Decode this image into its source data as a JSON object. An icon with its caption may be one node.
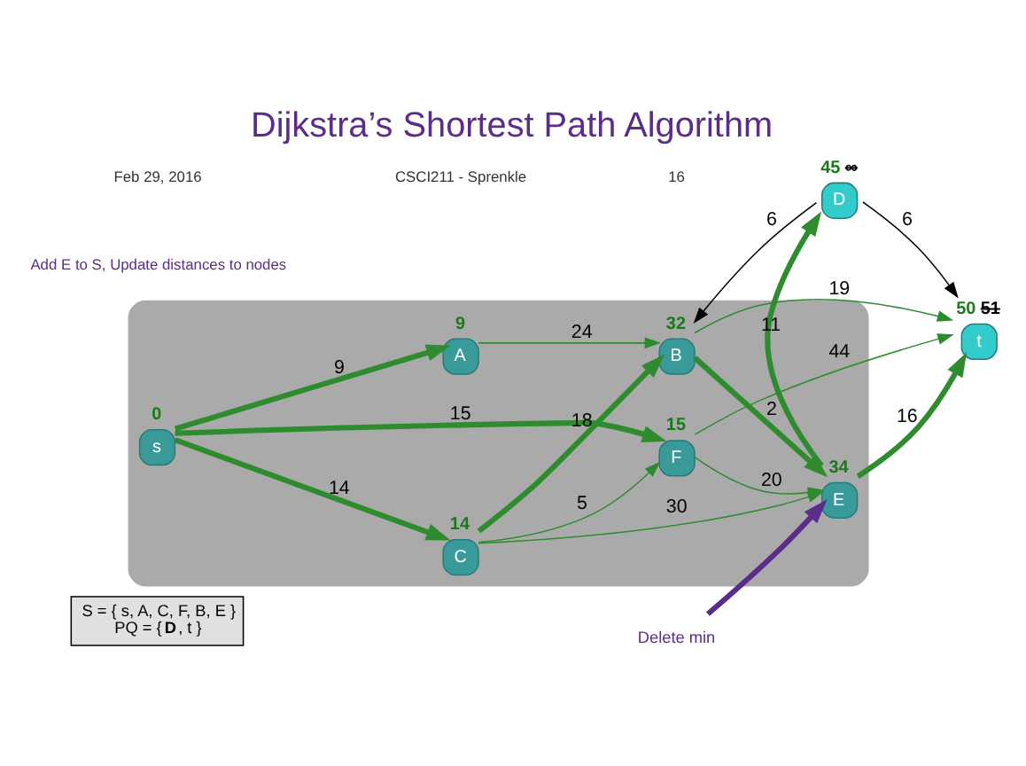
{
  "diagram": {
    "title": "Dijkstra’s Shortest Path Algorithm",
    "nodes": [
      {
        "text": [
          "S = { s, A, C, F, B, E }",
          "PQ = { **D**, t }"
        ]
      },
      {
        "text": [],
        "shape": "cloud"
      },
      {
        "text": [
          "s"
        ],
        "in": 1,
        "beside": [
          "0"
        ]
      },
      {
        "text": [
          "A"
        ],
        "in": 1,
        "beside": [
          "9"
        ]
      },
      {
        "text": [
          "B"
        ],
        "in": 1,
        "beside": [
          "32"
        ]
      },
      {
        "text": [
          "C"
        ],
        "in": 1,
        "beside": [
          "14"
        ]
      },
      {
        "text": [
          "E"
        ],
        "in": 1,
        "beside": [
          "34"
        ]
      },
      {
        "text": [
          "D"
        ],
        "beside": [
          "45",
          "∞"
        ]
      },
      {
        "text": [
          "F"
        ],
        "in": 1,
        "beside": [
          "15"
        ]
      },
      {
        "text": [
          "t"
        ],
        "beside": [
          "50",
          "51"
        ]
      },
      {
        "text": [
          "Delete min"
        ]
      }
    ],
    "edges": [
      {
        "from": 2,
        "to": 3,
        "arrow": "to",
        "label": "9",
        "style": "thick"
      },
      {
        "from": 2,
        "to": 5,
        "arrow": "to",
        "label": "14",
        "style": "thick"
      },
      {
        "from": 2,
        "to": 8,
        "arrow": "to",
        "label": "15",
        "style": "thick"
      },
      {
        "from": 3,
        "to": 4,
        "arrow": "to",
        "label": "24"
      },
      {
        "from": 5,
        "to": 4,
        "arrow": "to",
        "label": "18",
        "style": "thick"
      },
      {
        "from": 5,
        "to": 6,
        "arrow": "to",
        "label": "30"
      },
      {
        "from": 5,
        "to": 8,
        "arrow": "to",
        "label": "5"
      },
      {
        "from": 4,
        "to": 6,
        "arrow": "to",
        "label": "2",
        "style": "thick"
      },
      {
        "from": 8,
        "to": 6,
        "arrow": "to",
        "label": "20"
      },
      {
        "from": 6,
        "to": 7,
        "arrow": "to",
        "label": "11",
        "style": "thick"
      },
      {
        "from": 7,
        "to": 4,
        "arrow": "to",
        "label": "6",
        "color": "#000000"
      },
      {
        "from": 4,
        "to": 9,
        "arrow": "to",
        "label": "19"
      },
      {
        "from": 7,
        "to": 9,
        "arrow": "to",
        "label": "6",
        "color": "#000000"
      },
      {
        "from": 6,
        "to": 9,
        "arrow": "to",
        "label": "16",
        "style": "thick"
      },
      {
        "from": 8,
        "to": 9,
        "arrow": "to",
        "label": "44"
      },
      {
        "from": 10,
        "to": 6,
        "arrow": "to",
        "style": "thick",
        "color": "#5b2c8a"
      }
    ],
    "labels": [
      "Add E to S, Update distances to nodes",
      "Feb 29, 2016",
      "CSCI211 - Sprenkle",
      "16"
    ]
  }
}
